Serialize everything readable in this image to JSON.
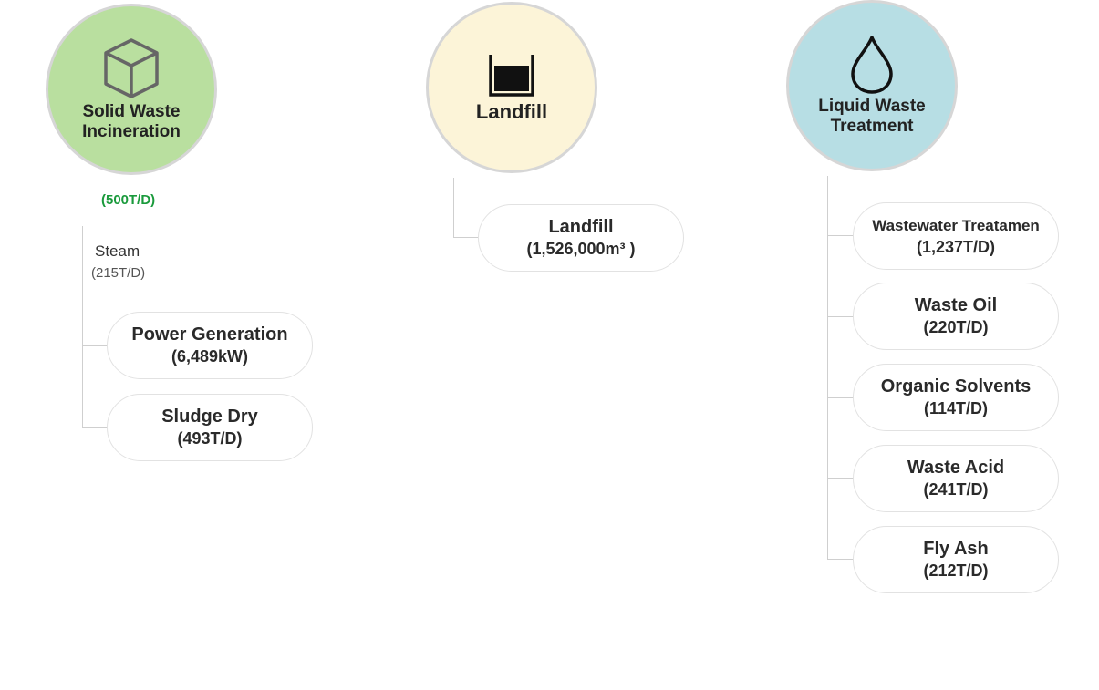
{
  "colors": {
    "incineration": "#b9df9f",
    "landfill": "#fcf4d8",
    "liquid": "#b7dee4",
    "rate_green": "#1a9a3c"
  },
  "incineration": {
    "icon": "cube-icon",
    "title": "Solid Waste\nIncineration",
    "rate": "(500T/D)",
    "steam_label": "Steam",
    "steam_value": "(215T/D)",
    "items": [
      {
        "name": "Power Generation",
        "value": "(6,489kW)"
      },
      {
        "name": "Sludge Dry",
        "value": "(493T/D)"
      }
    ]
  },
  "landfill": {
    "icon": "container-icon",
    "title": "Landfill",
    "items": [
      {
        "name": "Landfill",
        "value": "(1,526,000m³ )"
      }
    ]
  },
  "liquid": {
    "icon": "droplet-icon",
    "title": "Liquid Waste\nTreatment",
    "items": [
      {
        "name": "Wastewater Treatamen",
        "value": "(1,237T/D)"
      },
      {
        "name": "Waste Oil",
        "value": "(220T/D)"
      },
      {
        "name": "Organic Solvents",
        "value": "(114T/D)"
      },
      {
        "name": "Waste Acid",
        "value": "(241T/D)"
      },
      {
        "name": "Fly Ash",
        "value": "(212T/D)"
      }
    ]
  }
}
